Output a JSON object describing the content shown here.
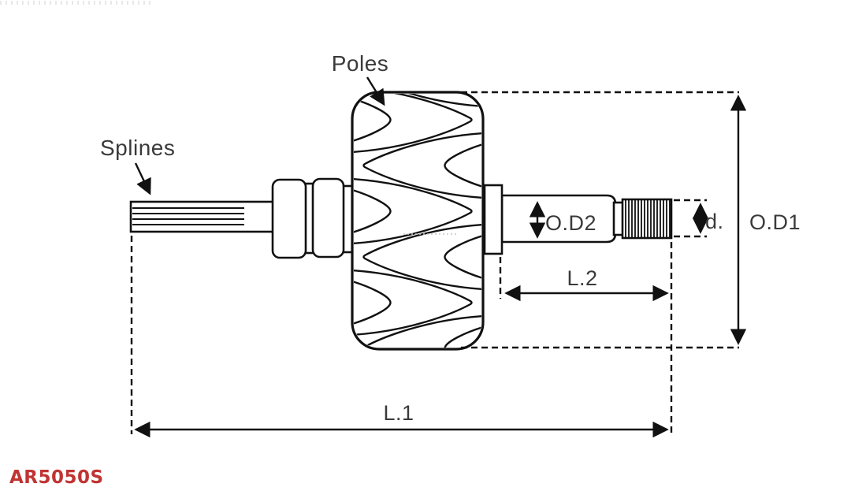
{
  "drawing": {
    "callouts": {
      "poles": "Poles",
      "splines": "Splines"
    },
    "dimensions": {
      "od1": "O.D1",
      "od2": "O.D2",
      "d": "d.",
      "l1": "L.1",
      "l2": "L.2"
    },
    "part_number": "AR5050S",
    "colors": {
      "line": "#111111",
      "label": "#3a3a3a",
      "part_number": "#c03432",
      "background": "#ffffff"
    }
  }
}
